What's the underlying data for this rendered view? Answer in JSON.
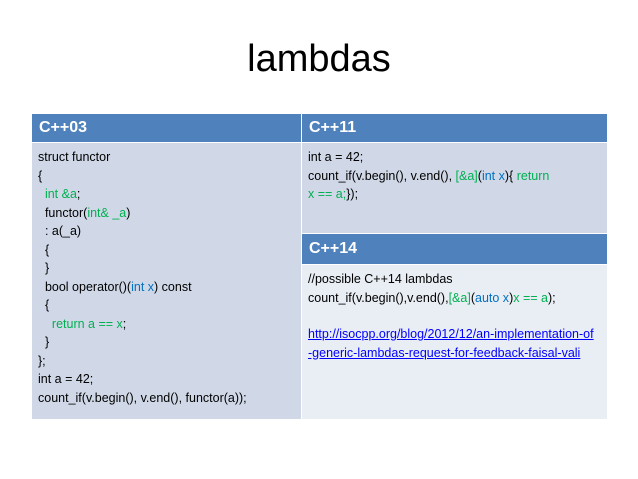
{
  "title": "lambdas",
  "table": {
    "col1_header": "C++03",
    "col2_header": "C++11",
    "col3_header": "C++14",
    "cpp03_code": [
      [
        {
          "t": "struct functor",
          "c": ""
        }
      ],
      [
        {
          "t": "{",
          "c": ""
        }
      ],
      [
        {
          "t": "  ",
          "c": ""
        },
        {
          "t": "int &a",
          "c": "g"
        },
        {
          "t": ";",
          "c": ""
        }
      ],
      [
        {
          "t": "  functor(",
          "c": ""
        },
        {
          "t": "int& _a",
          "c": "g"
        },
        {
          "t": ")",
          "c": ""
        }
      ],
      [
        {
          "t": "  : a(_a)",
          "c": ""
        }
      ],
      [
        {
          "t": "  {",
          "c": ""
        }
      ],
      [
        {
          "t": "  }",
          "c": ""
        }
      ],
      [
        {
          "t": "  bool operator()(",
          "c": ""
        },
        {
          "t": "int x",
          "c": "b"
        },
        {
          "t": ") const",
          "c": ""
        }
      ],
      [
        {
          "t": "  {",
          "c": ""
        }
      ],
      [
        {
          "t": "    ",
          "c": ""
        },
        {
          "t": "return a == x",
          "c": "g"
        },
        {
          "t": ";",
          "c": ""
        }
      ],
      [
        {
          "t": "  }",
          "c": ""
        }
      ],
      [
        {
          "t": "};",
          "c": ""
        }
      ],
      [
        {
          "t": "int a = 42;",
          "c": ""
        }
      ],
      [
        {
          "t": "count_if(v.begin(), v.end(), functor(a));",
          "c": ""
        }
      ]
    ],
    "cpp11_code": [
      [
        {
          "t": "int a = 42;",
          "c": ""
        }
      ],
      [
        {
          "t": "count_if(v.begin(), v.end(), ",
          "c": ""
        },
        {
          "t": "[&a]",
          "c": "g"
        },
        {
          "t": "(",
          "c": ""
        },
        {
          "t": "int x",
          "c": "b"
        },
        {
          "t": "){ ",
          "c": ""
        },
        {
          "t": "return",
          "c": "g"
        }
      ],
      [
        {
          "t": "x == a;",
          "c": "g"
        },
        {
          "t": "});",
          "c": ""
        }
      ]
    ],
    "cpp14_code": [
      [
        {
          "t": "//possible C++14 lambdas",
          "c": ""
        }
      ],
      [
        {
          "t": "count_if(v.begin(),v.end(),",
          "c": ""
        },
        {
          "t": "[&a]",
          "c": "g"
        },
        {
          "t": "(",
          "c": ""
        },
        {
          "t": "auto x",
          "c": "b"
        },
        {
          "t": ")",
          "c": ""
        },
        {
          "t": "x == a",
          "c": "g"
        },
        {
          "t": ");",
          "c": ""
        }
      ]
    ],
    "cpp14_link": "http://isocpp.org/blog/2012/12/an-implementation-of-generic-lambdas-request-for-feedback-faisal-vali"
  }
}
